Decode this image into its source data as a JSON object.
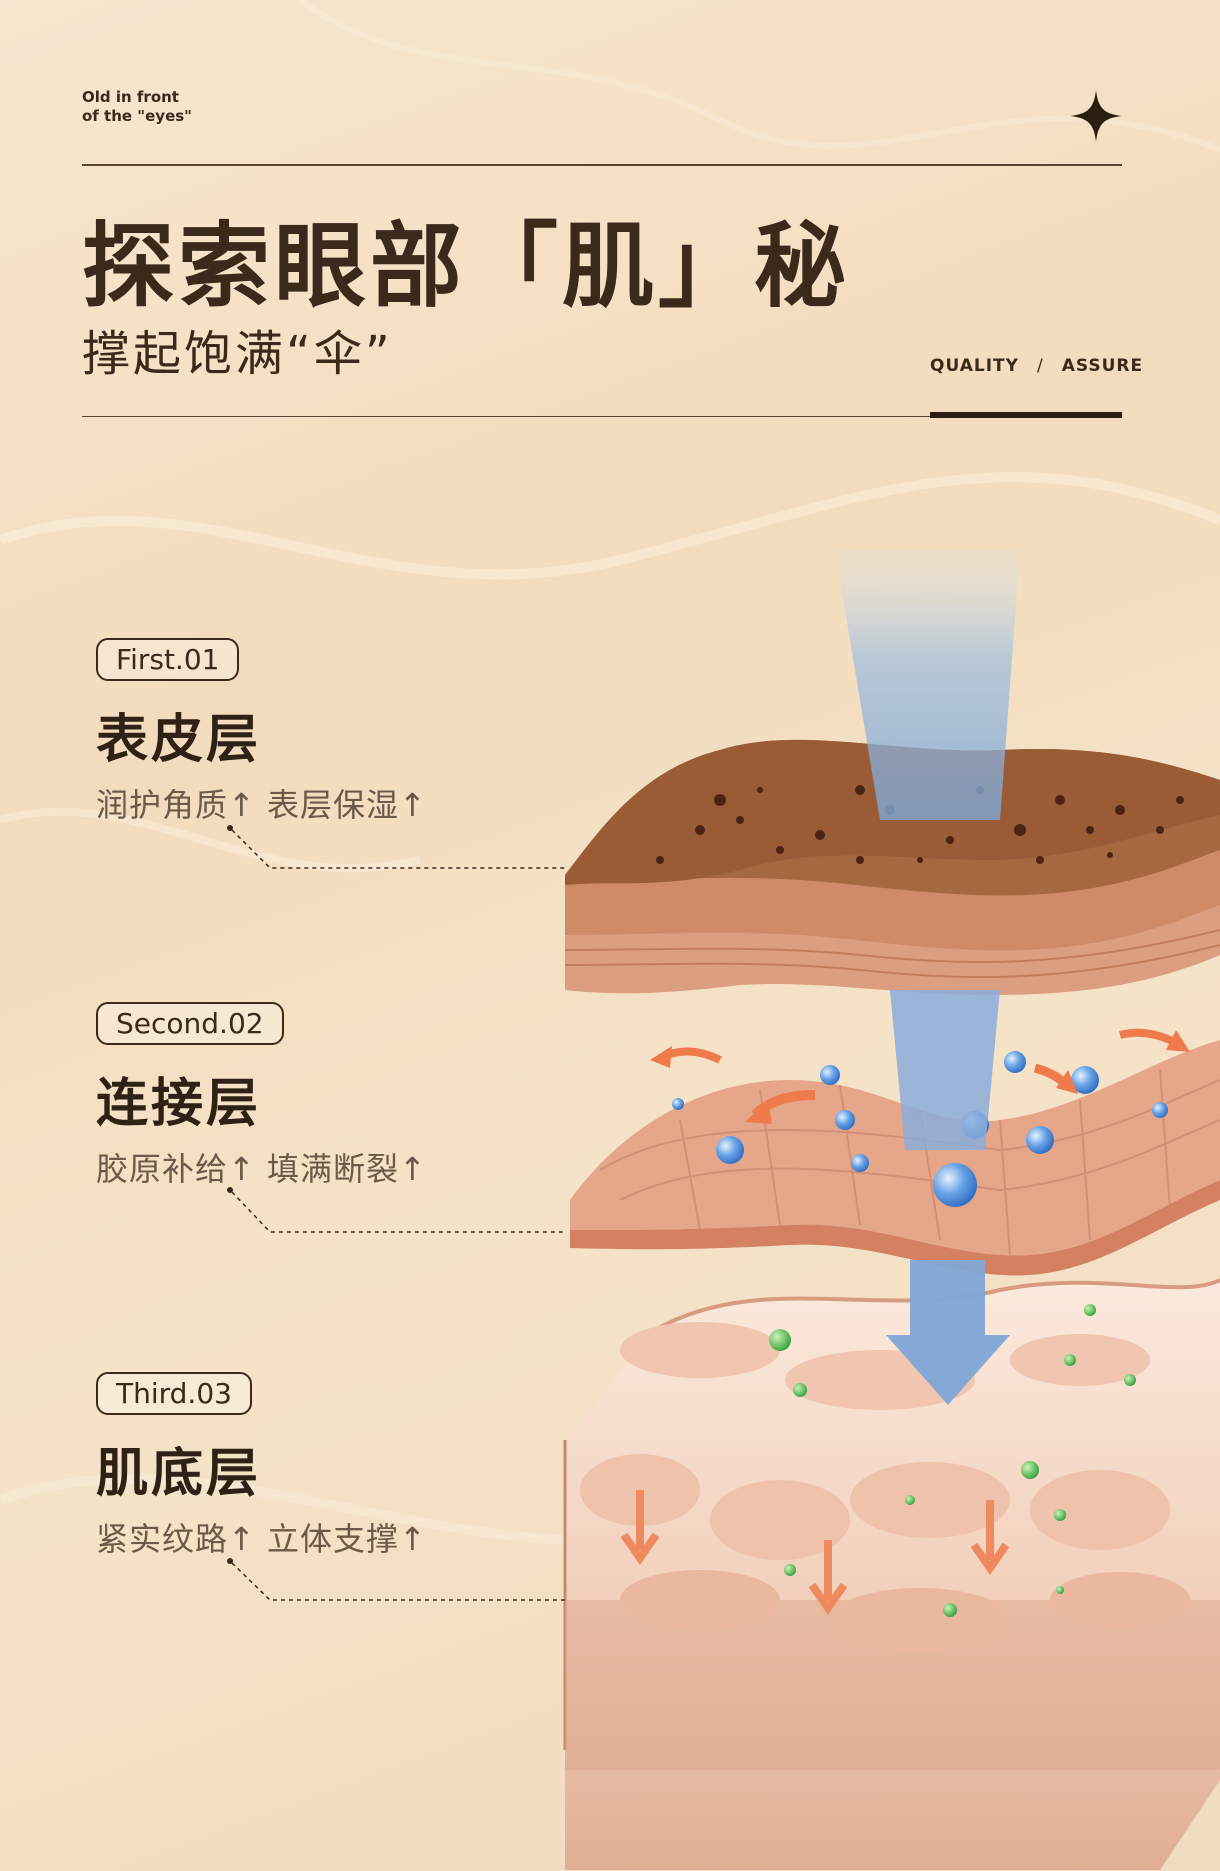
{
  "header": {
    "tag_line1": "Old in front",
    "tag_line2": "of the \"eyes\"",
    "title": "探索眼部「肌」秘",
    "subtitle": "撑起饱满“伞”",
    "quality_word": "QUALITY",
    "quality_sep": "/",
    "assure_word": "ASSURE"
  },
  "layers": [
    {
      "badge": "First.01",
      "title": "表皮层",
      "desc": "润护角质↑ 表层保湿↑"
    },
    {
      "badge": "Second.02",
      "title": "连接层",
      "desc": "胶原补给↑ 填满断裂↑"
    },
    {
      "badge": "Third.03",
      "title": "肌底层",
      "desc": "紧实纹路↑ 立体支撑↑"
    }
  ],
  "colors": {
    "background": "#f4e0c4",
    "text_dark": "#3b2a1c",
    "text_muted": "#6b5a4a",
    "epidermis": "#b07a5a",
    "dermis": "#e3a98f",
    "base": "#f3d3c0",
    "beam": "#8fb3d9",
    "arrow_orange": "#ef7a4c",
    "bubble_blue": "#4f8fdb",
    "dot_green": "#4db84f"
  },
  "icons": {
    "sparkle": "four-point-star-icon"
  }
}
